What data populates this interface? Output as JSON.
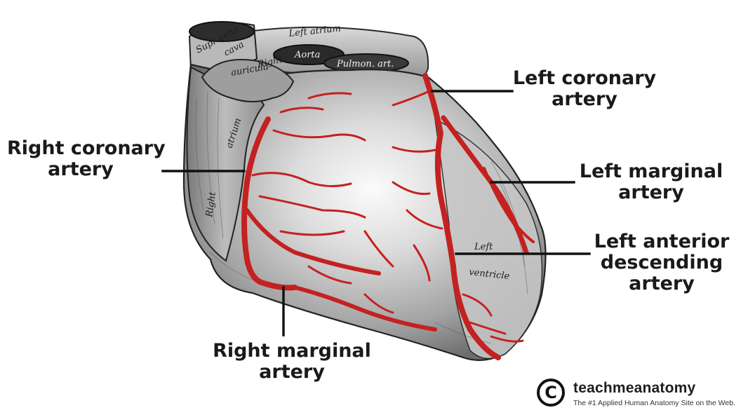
{
  "labels": {
    "right_coronary": [
      "Right coronary",
      "artery"
    ],
    "left_coronary": [
      "Left coronary",
      "artery"
    ],
    "left_marginal": [
      "Left marginal",
      "artery"
    ],
    "left_anterior_descending": [
      "Left anterior",
      "descending",
      "artery"
    ],
    "right_marginal": [
      "Right marginal",
      "artery"
    ]
  },
  "organ_labels": {
    "sup_vena_cava": [
      "Supr vena",
      "cava"
    ],
    "left_atrium": "Left atrium",
    "right_auricula": [
      "Right",
      "auricula"
    ],
    "aorta": "Aorta",
    "pulmon_art": "Pulmon. art.",
    "atrium": "atrium",
    "right": "Right",
    "left_ventricle": [
      "Left",
      "ventricle"
    ]
  },
  "brand": {
    "mark": "C",
    "name": "teachmeanatomy",
    "tagline": "The #1 Applied Human Anatomy Site on the Web."
  },
  "colors": {
    "artery": "#c42121",
    "leader_line": "#111111",
    "heart_shade": "#8a8a8a"
  }
}
